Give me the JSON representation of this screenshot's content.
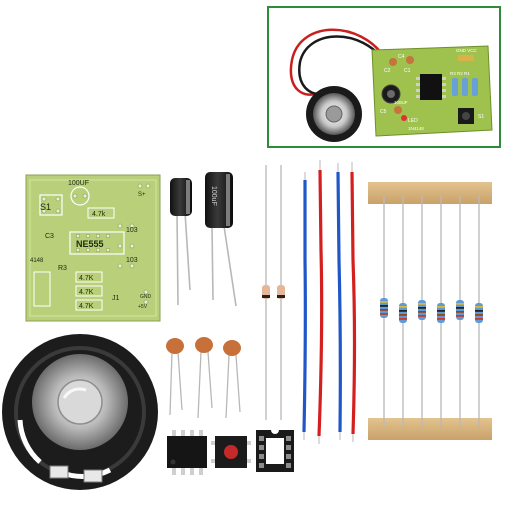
{
  "inset": {
    "frame_color": "#2e8b3a",
    "board_labels": {
      "c2": "C2",
      "c1": "C1",
      "c4": "C4",
      "c5": "C5",
      "r_group": "R3 R2 R1",
      "led": "LED",
      "s1": "S1",
      "diode": "1N4148",
      "cap": "100UF",
      "pins": "GND VCC"
    }
  },
  "pcb": {
    "silk_labels": {
      "s1": "S1",
      "cap": "100UF",
      "r_top": "4.7k",
      "ic": "NE555",
      "c2": "103",
      "c3": "C3",
      "c4": "103",
      "r3": "R3",
      "diode": "4148",
      "r1": "4.7K",
      "r2": "4.7K",
      "r4": "4.7K",
      "j1": "J1",
      "gnd": "GND",
      "vcc": "+5V",
      "s_plus": "S+"
    },
    "board_color": "#b9cf7a"
  },
  "capacitor_label": "100uF",
  "parts": {
    "speaker": "speaker-icon",
    "resistor_strip": "resistor-strip",
    "ic": "ne555-chip",
    "socket": "dip8-socket",
    "button": "tact-switch"
  }
}
